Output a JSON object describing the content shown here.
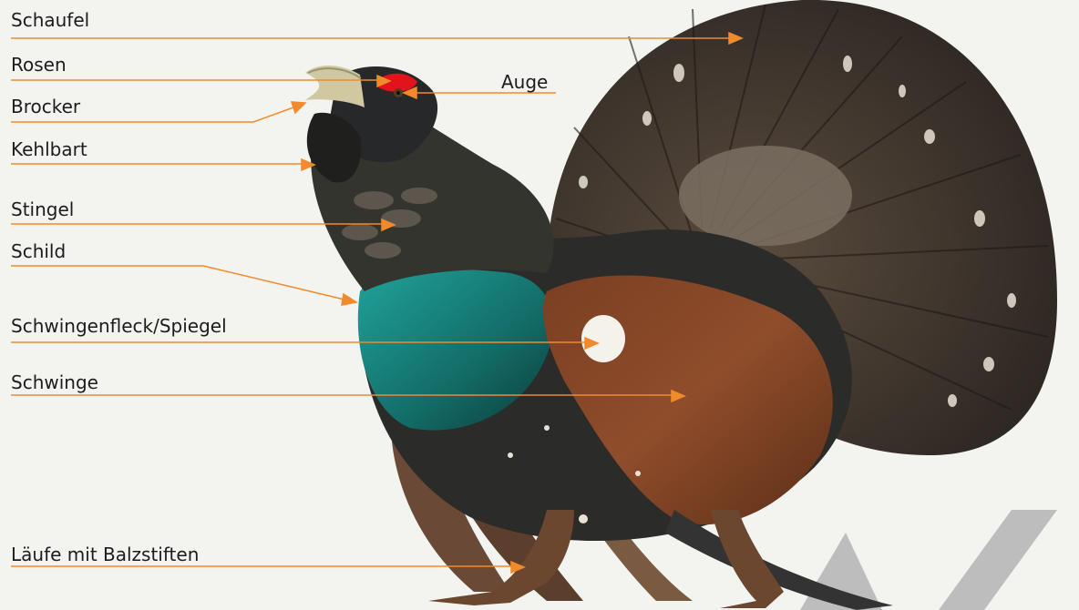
{
  "labels": [
    {
      "id": "schaufel",
      "text": "Schaufel"
    },
    {
      "id": "rosen",
      "text": "Rosen"
    },
    {
      "id": "brocker",
      "text": "Brocker"
    },
    {
      "id": "kehlbart",
      "text": "Kehlbart"
    },
    {
      "id": "stingel",
      "text": "Stingel"
    },
    {
      "id": "schild",
      "text": "Schild"
    },
    {
      "id": "schwingenfleck",
      "text": "Schwingenfleck/Spiegel"
    },
    {
      "id": "schwinge",
      "text": "Schwinge"
    },
    {
      "id": "laeufe",
      "text": "Läufe mit Balzstiften"
    },
    {
      "id": "auge",
      "text": "Auge"
    }
  ],
  "colors": {
    "background": "#f3f3ef",
    "leader_line": "#f08a2c",
    "text": "#1c1c1c",
    "comb": "#e0141a",
    "breast_sheen": "#1a8f86",
    "wing": "#8a4a28",
    "body": "#2a2a28",
    "watermark": "#b9b9b9"
  },
  "subject": {
    "icon": "capercaillie-illustration"
  }
}
